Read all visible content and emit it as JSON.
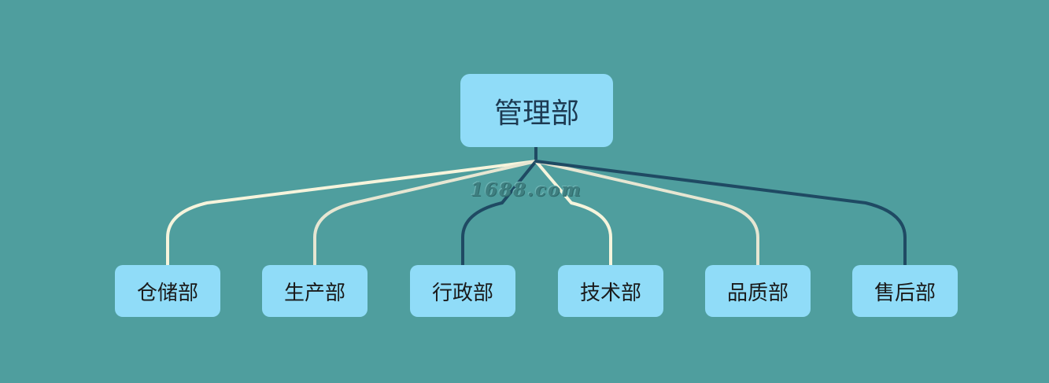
{
  "diagram": {
    "root": {
      "label": "管理部"
    },
    "children": [
      {
        "label": "仓储部",
        "line_color": "#f6f4dc"
      },
      {
        "label": "生产部",
        "line_color": "#e6e6d2"
      },
      {
        "label": "行政部",
        "line_color": "#1f4a63"
      },
      {
        "label": "技术部",
        "line_color": "#f6f4dc"
      },
      {
        "label": "品质部",
        "line_color": "#e6e6d2"
      },
      {
        "label": "售后部",
        "line_color": "#1f4a63"
      }
    ],
    "root_stem_color": "#1f4a63",
    "node_color": "#90dcf8",
    "background_color": "#4f9e9e"
  },
  "watermark": {
    "text": "1688.com"
  }
}
